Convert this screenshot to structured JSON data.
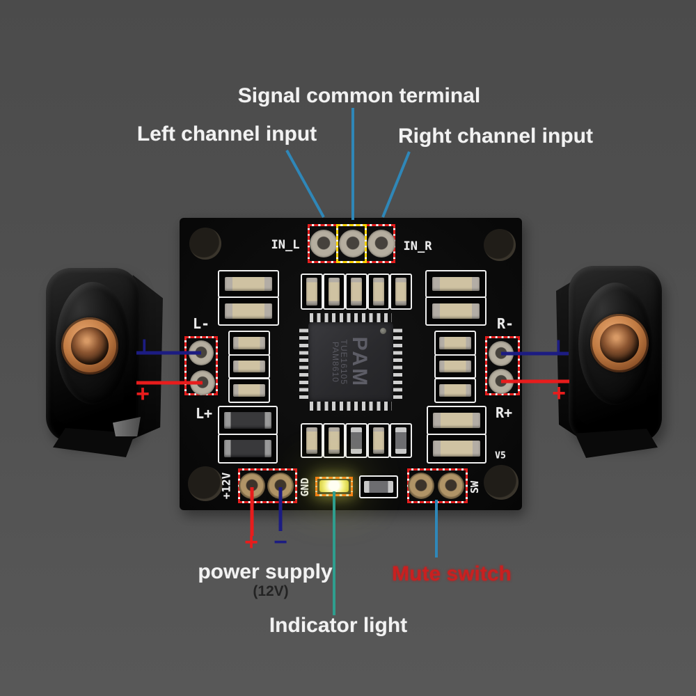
{
  "colors": {
    "background": "#4e4e4e",
    "callout_blue": "#2f87b8",
    "indicator_teal": "#2f9e8e",
    "wire_negative": "#1c1c82",
    "wire_positive": "#e81c1c",
    "annotation_box_red": "#e61e1e",
    "annotation_box_yellow": "#ffd400",
    "led_box_orange": "#ff5f00",
    "label_white": "#f2f2f2",
    "mute_label_red": "#c92020"
  },
  "callouts": {
    "signal_common": "Signal common terminal",
    "left_channel": "Left channel input",
    "right_channel": "Right channel input",
    "power_supply": "power supply",
    "power_voltage": "(12V)",
    "mute_switch": "Mute switch",
    "indicator_light": "Indicator light"
  },
  "polarity": {
    "plus": "+",
    "minus": "−"
  },
  "board": {
    "silkscreen": {
      "in_l": "IN_L",
      "in_r": "IN_R",
      "l_minus": "L-",
      "l_plus": "L+",
      "r_minus": "R-",
      "r_plus": "R+",
      "power": "+12V",
      "ground": "GND",
      "switch": "SW",
      "version": "V5"
    },
    "chip": {
      "logo": "PAM",
      "part_number": "PAM8610",
      "lot_code": "TUE16105"
    }
  }
}
